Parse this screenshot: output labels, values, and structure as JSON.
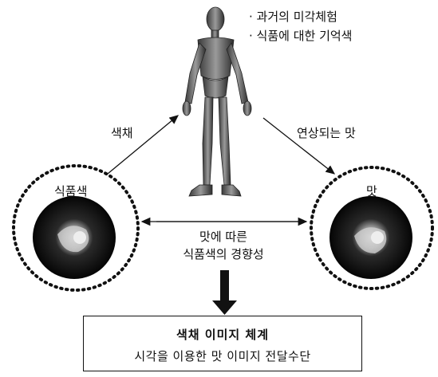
{
  "bullets": [
    "· 과거의 미각체험",
    "· 식품에 대한 기억색"
  ],
  "arrow_left_label": "색채",
  "arrow_right_label": "연상되는 맛",
  "circle_left_label": "식품색",
  "circle_right_label": "맛",
  "center_line1": "맛에 따른",
  "center_line2": "식품색의 경향성",
  "box_title": "색채 이미지 체계",
  "box_subtitle": "시각을 이용한 맛 이미지 전달수단"
}
